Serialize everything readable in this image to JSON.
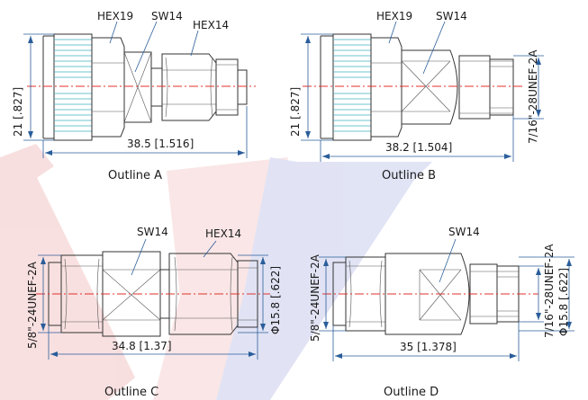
{
  "outlines": {
    "a": {
      "caption": "Outline A",
      "labels": {
        "hex19": "HEX19",
        "sw14": "SW14",
        "hex14": "HEX14"
      },
      "height_dim": "21 [.827]",
      "length_dim": "38.5 [1.516]"
    },
    "b": {
      "caption": "Outline B",
      "labels": {
        "hex19": "HEX19",
        "sw14": "SW14"
      },
      "height_dim": "21 [.827]",
      "length_dim": "38.2 [1.504]",
      "thread": "7/16\"-28UNEF-2A"
    },
    "c": {
      "caption": "Outline C",
      "labels": {
        "sw14": "SW14",
        "hex14": "HEX14"
      },
      "thread": "5/8\"-24UNEF-2A",
      "diameter_dim": "Φ15.8 [.622]",
      "length_dim": "34.8 [1.37]"
    },
    "d": {
      "caption": "Outline D",
      "labels": {
        "sw14": "SW14"
      },
      "thread_left": "5/8\"-24UNEF-2A",
      "thread_right": "7/16\"-28UNEF-2A",
      "diameter_dim": "Φ15.8 [.622]",
      "length_dim": "35 [1.378]"
    }
  },
  "colors": {
    "centerline": "#e0312b",
    "dimension": "#2a5d9a",
    "knurl": "#3fb0c0",
    "watermark_red": "#f4c6c6",
    "watermark_blue": "#c9cdec"
  }
}
